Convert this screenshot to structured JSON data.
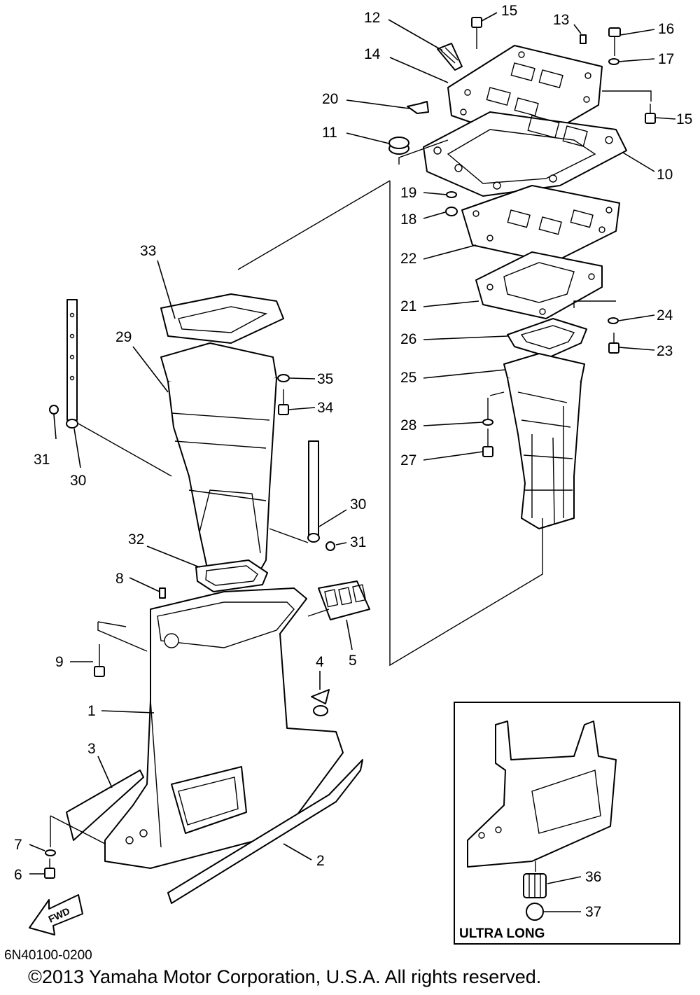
{
  "diagram": {
    "part_code": "6N40100-0200",
    "copyright": "©2013 Yamaha Motor Corporation, U.S.A. All rights reserved.",
    "inset_title": "ULTRA LONG",
    "fwd_label": "FWD"
  },
  "callouts": {
    "c1": "1",
    "c2": "2",
    "c3": "3",
    "c4": "4",
    "c5": "5",
    "c6": "6",
    "c7": "7",
    "c8": "8",
    "c9": "9",
    "c10": "10",
    "c11": "11",
    "c12": "12",
    "c13": "13",
    "c14": "14",
    "c15a": "15",
    "c15b": "15",
    "c16": "16",
    "c17": "17",
    "c18": "18",
    "c19": "19",
    "c20": "20",
    "c21": "21",
    "c22": "22",
    "c23": "23",
    "c24": "24",
    "c25": "25",
    "c26": "26",
    "c27": "27",
    "c28": "28",
    "c29": "29",
    "c30a": "30",
    "c30b": "30",
    "c31a": "31",
    "c31b": "31",
    "c32": "32",
    "c33": "33",
    "c34": "34",
    "c35": "35",
    "c36": "36",
    "c37": "37"
  }
}
